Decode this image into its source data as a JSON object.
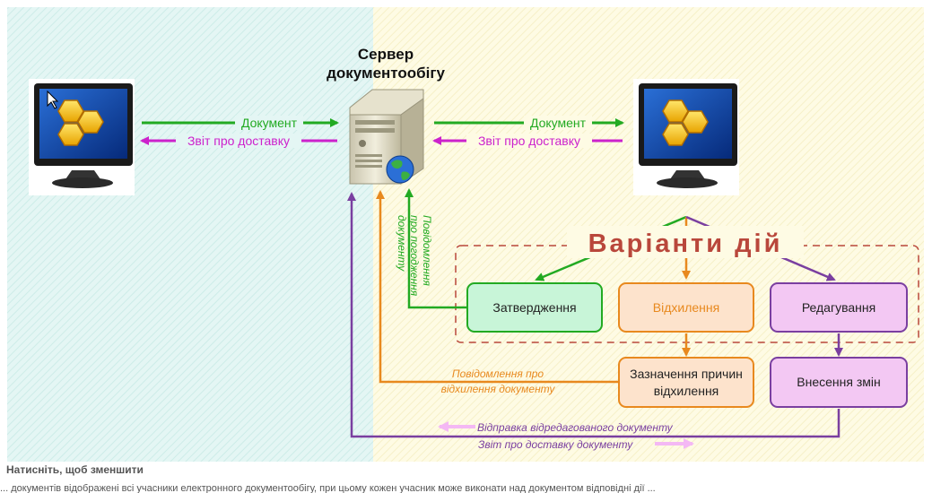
{
  "server": {
    "title_line1": "Сервер",
    "title_line2": "документообігу"
  },
  "arrows": {
    "document": "Документ",
    "delivery_report": "Звіт про доставку"
  },
  "actions": {
    "heading": "Варіанти дій",
    "approve": "Затвердження",
    "reject": "Відхилення",
    "edit": "Редагування",
    "reason": {
      "line1": "Зазначення причин",
      "line2": "відхилення"
    },
    "changes": "Внесення змін"
  },
  "notifications": {
    "approval": {
      "line1": "Повідомлення",
      "line2": "про погодження",
      "line3": "документу"
    },
    "rejection": {
      "line1": "Повідомлення про",
      "line2": "відхилення документу"
    },
    "resend": "Відправка відредагованого документу",
    "resend_report": "Звіт про доставку документу"
  },
  "caption": "Натисніть, щоб зменшити",
  "footer_text": "... документів відображені всі учасники електронного документообігу, при цьому кожен учасник може виконати над документом відповідні дії ...",
  "colors": {
    "green": "#22aa22",
    "magenta": "#cc22cc",
    "orange": "#e8891e",
    "purple": "#7a3fa0",
    "heading": "#b9473b",
    "approve_fill": "#c8f5d8",
    "reject_fill": "#fde3cc",
    "edit_fill": "#f3c8f3"
  }
}
